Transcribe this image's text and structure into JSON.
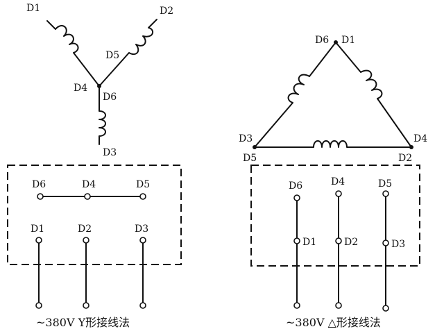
{
  "star": {
    "labels": {
      "d1": "D1",
      "d2": "D2",
      "d3": "D3",
      "d4": "D4",
      "d5": "D5",
      "d6": "D6",
      "box_d6": "D6",
      "box_d4": "D4",
      "box_d5": "D5",
      "box_d1": "D1",
      "box_d2": "D2",
      "box_d3": "D3"
    },
    "caption": "~380V Y形接线法"
  },
  "delta": {
    "labels": {
      "d6_top": "D6",
      "d1_top": "D1",
      "d3": "D3",
      "d5": "D5",
      "d4": "D4",
      "d2": "D2",
      "box_d6": "D6",
      "box_d4": "D4",
      "box_d5": "D5",
      "box_d1": "D1",
      "box_d2": "D2",
      "box_d3": "D3"
    },
    "caption": "~380V △形接线法"
  }
}
